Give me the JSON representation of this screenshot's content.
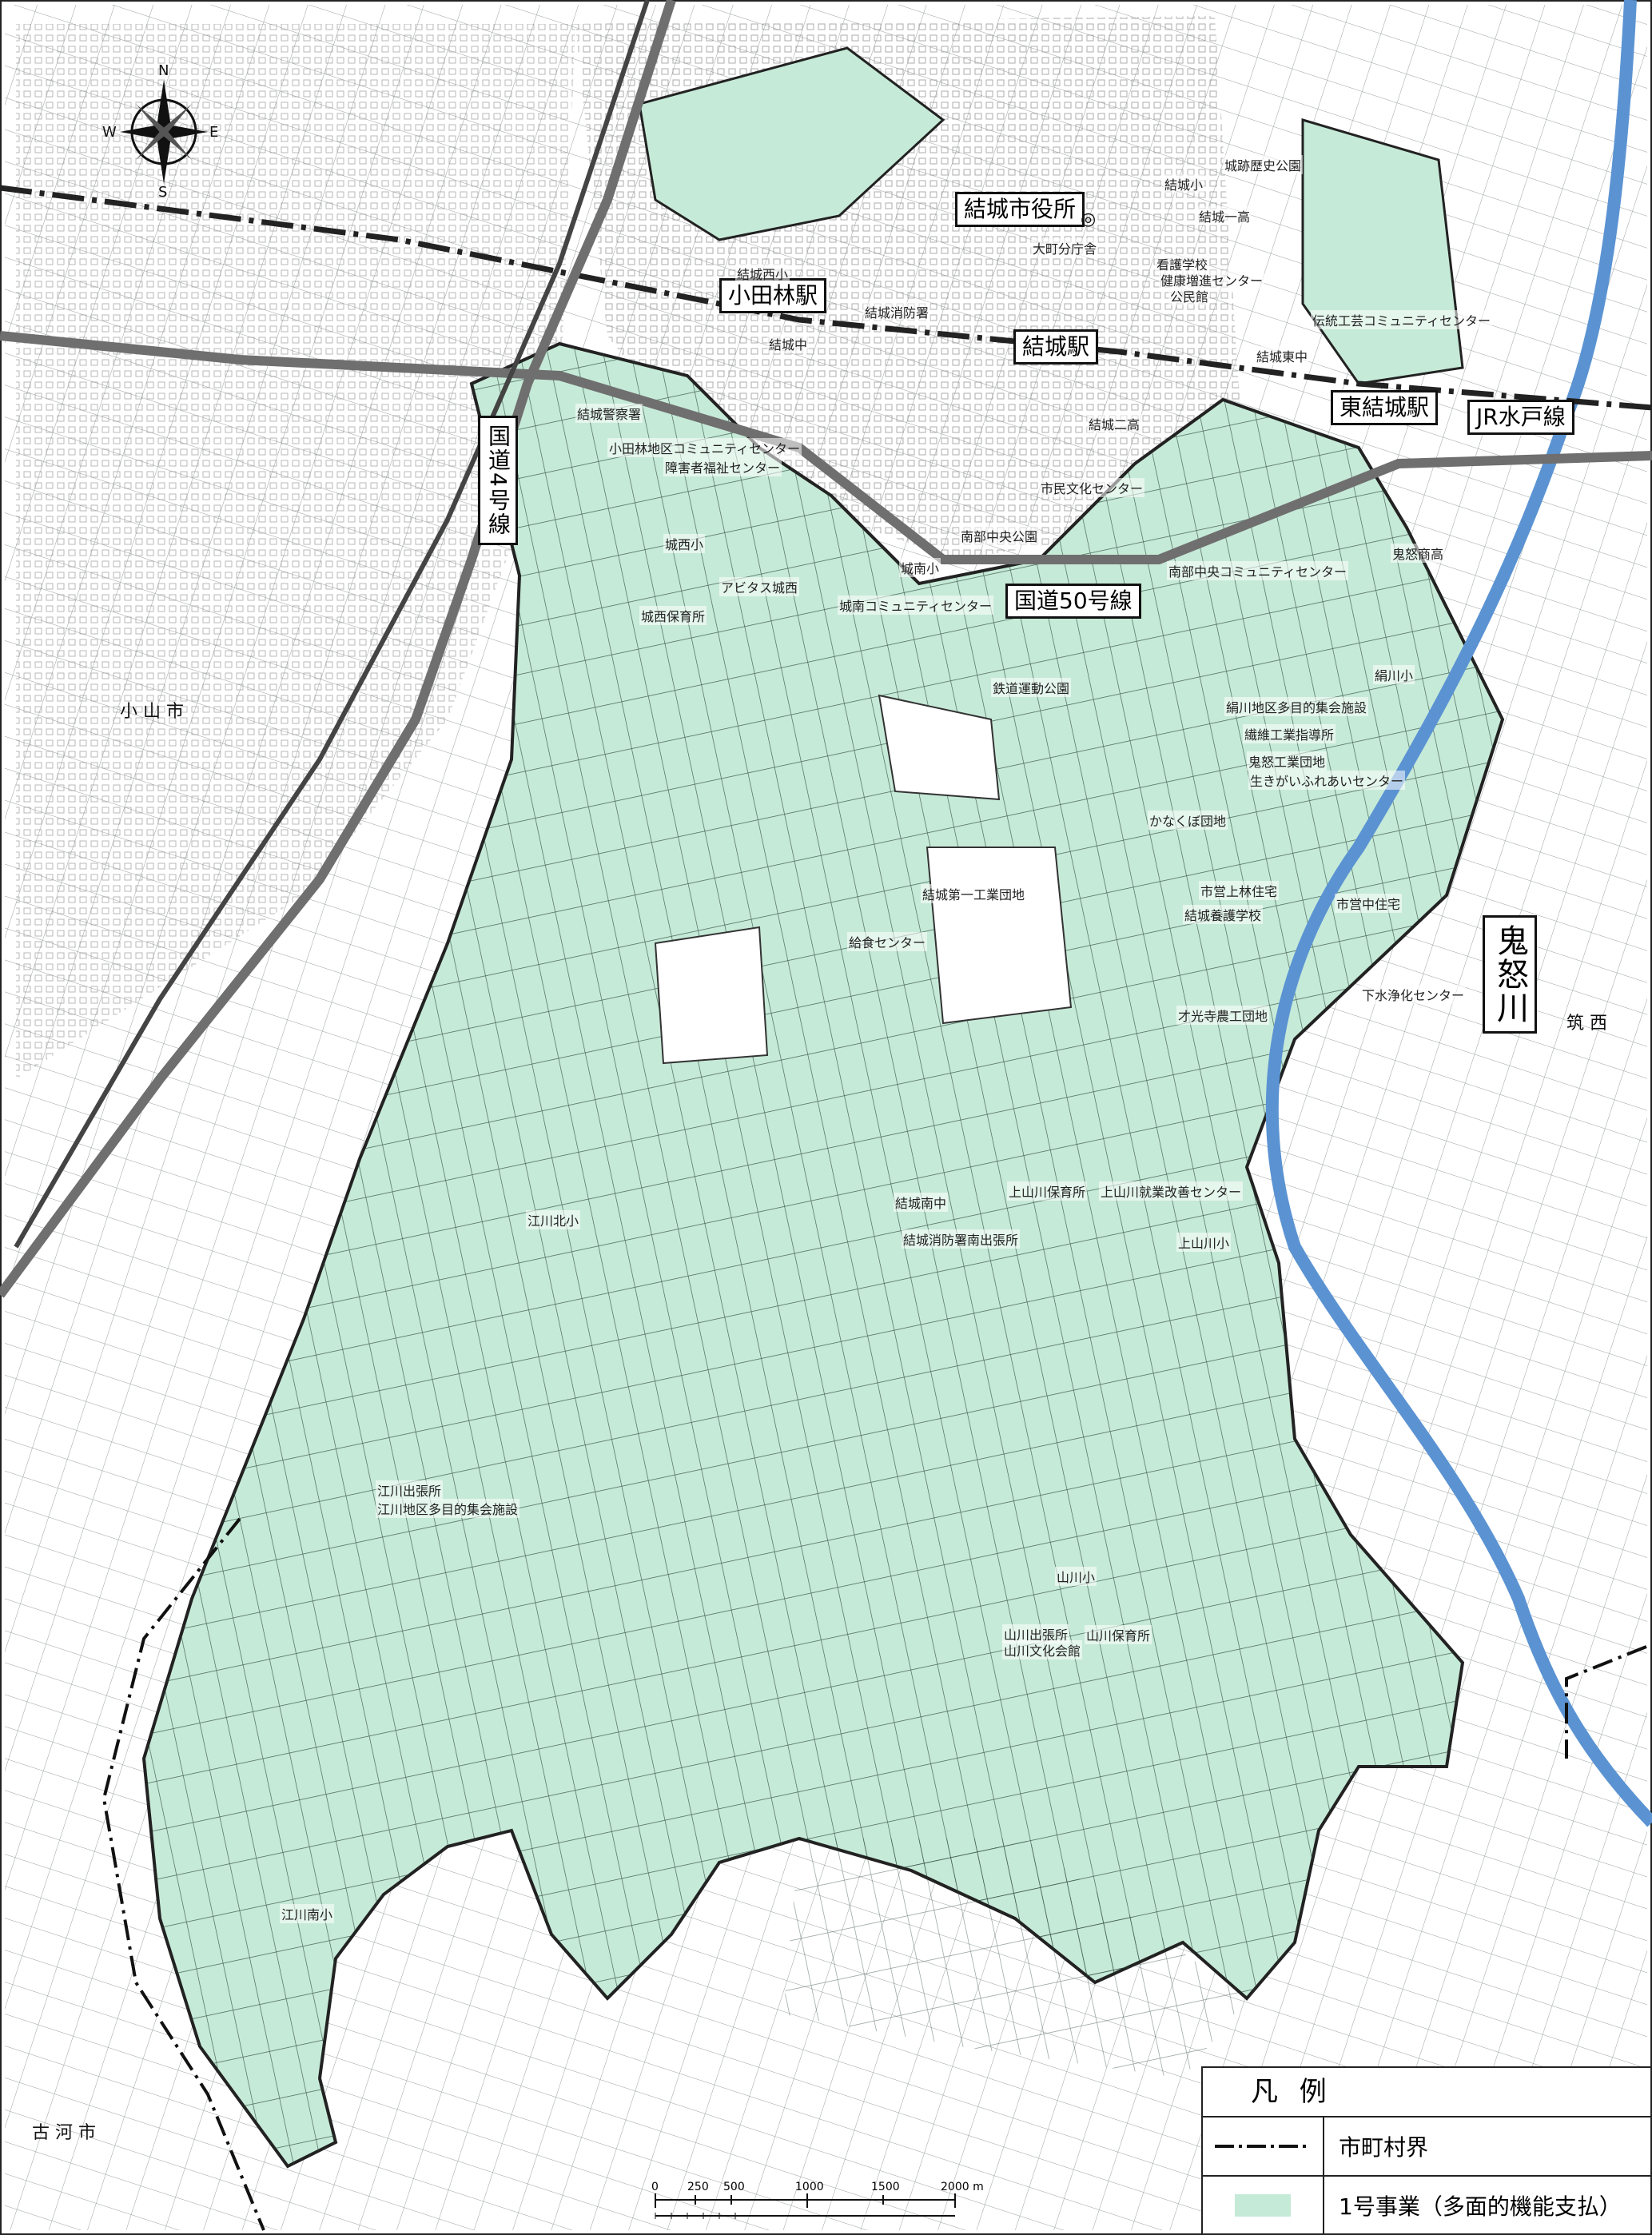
{
  "labels": {
    "city_hall": "結城市役所",
    "odabayashi_station": "小田林駅",
    "yuki_station": "結城駅",
    "higashi_yuki_station": "東結城駅",
    "jr_mito_line": "JR水戸線",
    "route4": "国道4号線",
    "route50": "国道50号線",
    "kinugawa": "鬼怒川",
    "oyama": "小 山 市",
    "koga": "古 河 市",
    "chikusei": "筑 西",
    "facilities": [
      "城跡歴史公園",
      "結城小",
      "結城一高",
      "大町分庁舎",
      "看護学校",
      "健康増進センター",
      "公民館",
      "結城西小",
      "結城消防署",
      "結城中",
      "伝統工芸コミュニティセンター",
      "結城東中",
      "結城警察署",
      "小田林地区コミュニティセンター",
      "障害者福祉センター",
      "結城二高",
      "市民文化センター",
      "南部中央公園",
      "南部中央コミュニティセンター",
      "鬼怒商高",
      "城西小",
      "アビタス城西",
      "城南小",
      "城南コミュニティセンター",
      "城西保育所",
      "鉄道運動公園",
      "絹川小",
      "絹川地区多目的集会施設",
      "繊維工業指導所",
      "生きがいふれあいセンター",
      "かなくぼ団地",
      "結城第一工業団地",
      "市営上林住宅",
      "市営中住宅",
      "結城養護学校",
      "給食センター",
      "下水浄化センター",
      "才光寺農工団地",
      "上山川保育所",
      "上山川就業改善センター",
      "結城南中",
      "結城消防署南出張所",
      "上山川小",
      "江川北小",
      "江川出張所",
      "江川地区多目的集会施設",
      "山川小",
      "山川出張所",
      "山川文化会館",
      "山川保育所",
      "江川南小",
      "鬼怒工業団地"
    ]
  },
  "compass": {
    "n": "N",
    "e": "E",
    "s": "S",
    "w": "W"
  },
  "legend": {
    "title": "凡 例",
    "items": [
      {
        "label": "市町村界",
        "symbol": "boundary-line"
      },
      {
        "label": "1号事業（多面的機能支払）",
        "symbol": "green-fill",
        "color": "#c6ead8"
      }
    ]
  },
  "scale": {
    "ticks": [
      "0",
      "250",
      "500",
      "1000",
      "1500",
      "2000 m"
    ]
  },
  "colors": {
    "area": "#c6ead8",
    "river": "#5b93d2",
    "rail": "#222222",
    "road": "#6f6f6f",
    "paper": "#ffffff"
  }
}
